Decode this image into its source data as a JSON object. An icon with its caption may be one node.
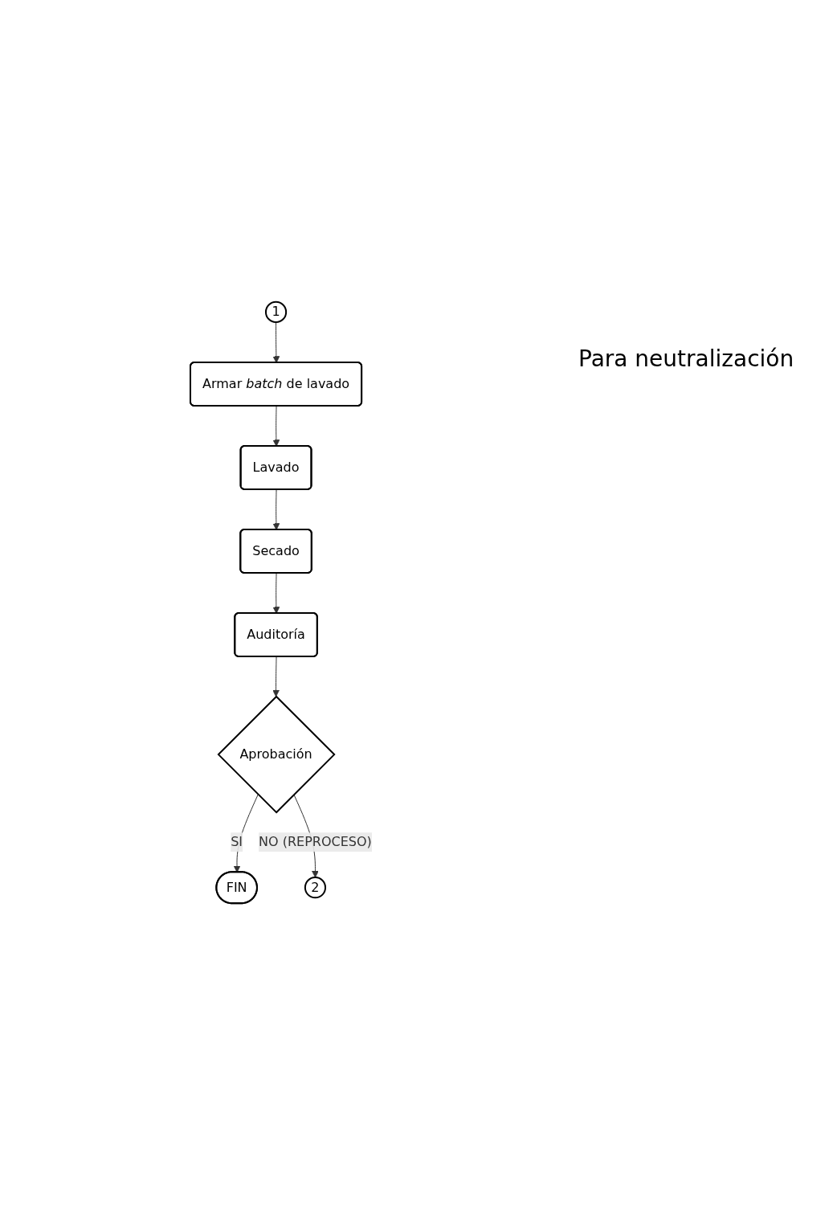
{
  "diagram": {
    "nodes": [
      {
        "text": [
          "1"
        ]
      },
      {
        "text": [
          "Armar *batch* de lavado"
        ]
      },
      {
        "text": [
          "Lavado"
        ]
      },
      {
        "text": [
          "Secado"
        ]
      },
      {
        "text": [
          "Auditoría"
        ]
      },
      {
        "text": [
          "Aprobación"
        ]
      },
      {
        "text": [
          "FIN"
        ]
      },
      {
        "text": [
          "2"
        ]
      }
    ],
    "edges": [
      {
        "from": 0,
        "to": 1,
        "arrow": "to"
      },
      {
        "from": 1,
        "to": 2,
        "arrow": "to"
      },
      {
        "from": 2,
        "to": 3,
        "arrow": "to"
      },
      {
        "from": 3,
        "to": 4,
        "arrow": "to"
      },
      {
        "from": 4,
        "to": 5,
        "arrow": "to"
      },
      {
        "from": 5,
        "to": 6,
        "arrow": "to",
        "label": "SI"
      },
      {
        "from": 5,
        "to": 7,
        "arrow": "to",
        "label": "NO (REPROCESO)"
      }
    ],
    "labels": [
      "Para neutralización"
    ]
  }
}
